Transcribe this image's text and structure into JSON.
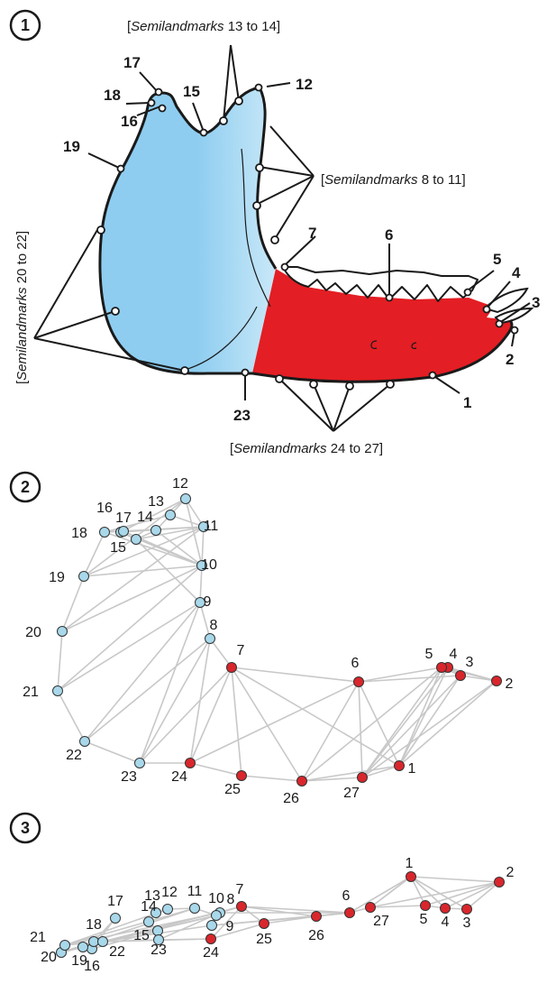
{
  "panels": [
    {
      "id": "panel-1",
      "badge": "1",
      "landmarks": [
        {
          "n": "1"
        },
        {
          "n": "2"
        },
        {
          "n": "3"
        },
        {
          "n": "4"
        },
        {
          "n": "5"
        },
        {
          "n": "6"
        },
        {
          "n": "7"
        },
        {
          "n": "12"
        },
        {
          "n": "15"
        },
        {
          "n": "16"
        },
        {
          "n": "17"
        },
        {
          "n": "18"
        },
        {
          "n": "19"
        },
        {
          "n": "23"
        }
      ],
      "semilandmark_groups": [
        {
          "word": "Semilandmarks",
          "range": " 13 to 14]"
        },
        {
          "word": "Semilandmarks",
          "range": " 8 to 11]"
        },
        {
          "word": "Semilandmarks",
          "range": " 20 to 22]"
        },
        {
          "word": "Semilandmarks",
          "range": " 24 to 27]"
        }
      ],
      "bracket_open": "[",
      "colors": {
        "ramus": "#8ecdf0",
        "body": "#e31e24",
        "outline": "#1a1a1a"
      }
    },
    {
      "id": "panel-2",
      "badge": "2",
      "point_labels": [
        "1",
        "2",
        "3",
        "4",
        "5",
        "6",
        "7",
        "8",
        "9",
        "10",
        "11",
        "12",
        "13",
        "14",
        "15",
        "16",
        "17",
        "18",
        "19",
        "20",
        "21",
        "22",
        "23",
        "24",
        "25",
        "26",
        "27"
      ],
      "colors": {
        "blue": "#a8d8ea",
        "red": "#d9262c",
        "edge": "#c8c8c8"
      }
    },
    {
      "id": "panel-3",
      "badge": "3",
      "point_labels": [
        "1",
        "2",
        "3",
        "4",
        "5",
        "6",
        "7",
        "8",
        "9",
        "10",
        "11",
        "12",
        "13",
        "14",
        "15",
        "16",
        "17",
        "18",
        "19",
        "20",
        "21",
        "22",
        "23",
        "24",
        "25",
        "26",
        "27"
      ]
    }
  ]
}
